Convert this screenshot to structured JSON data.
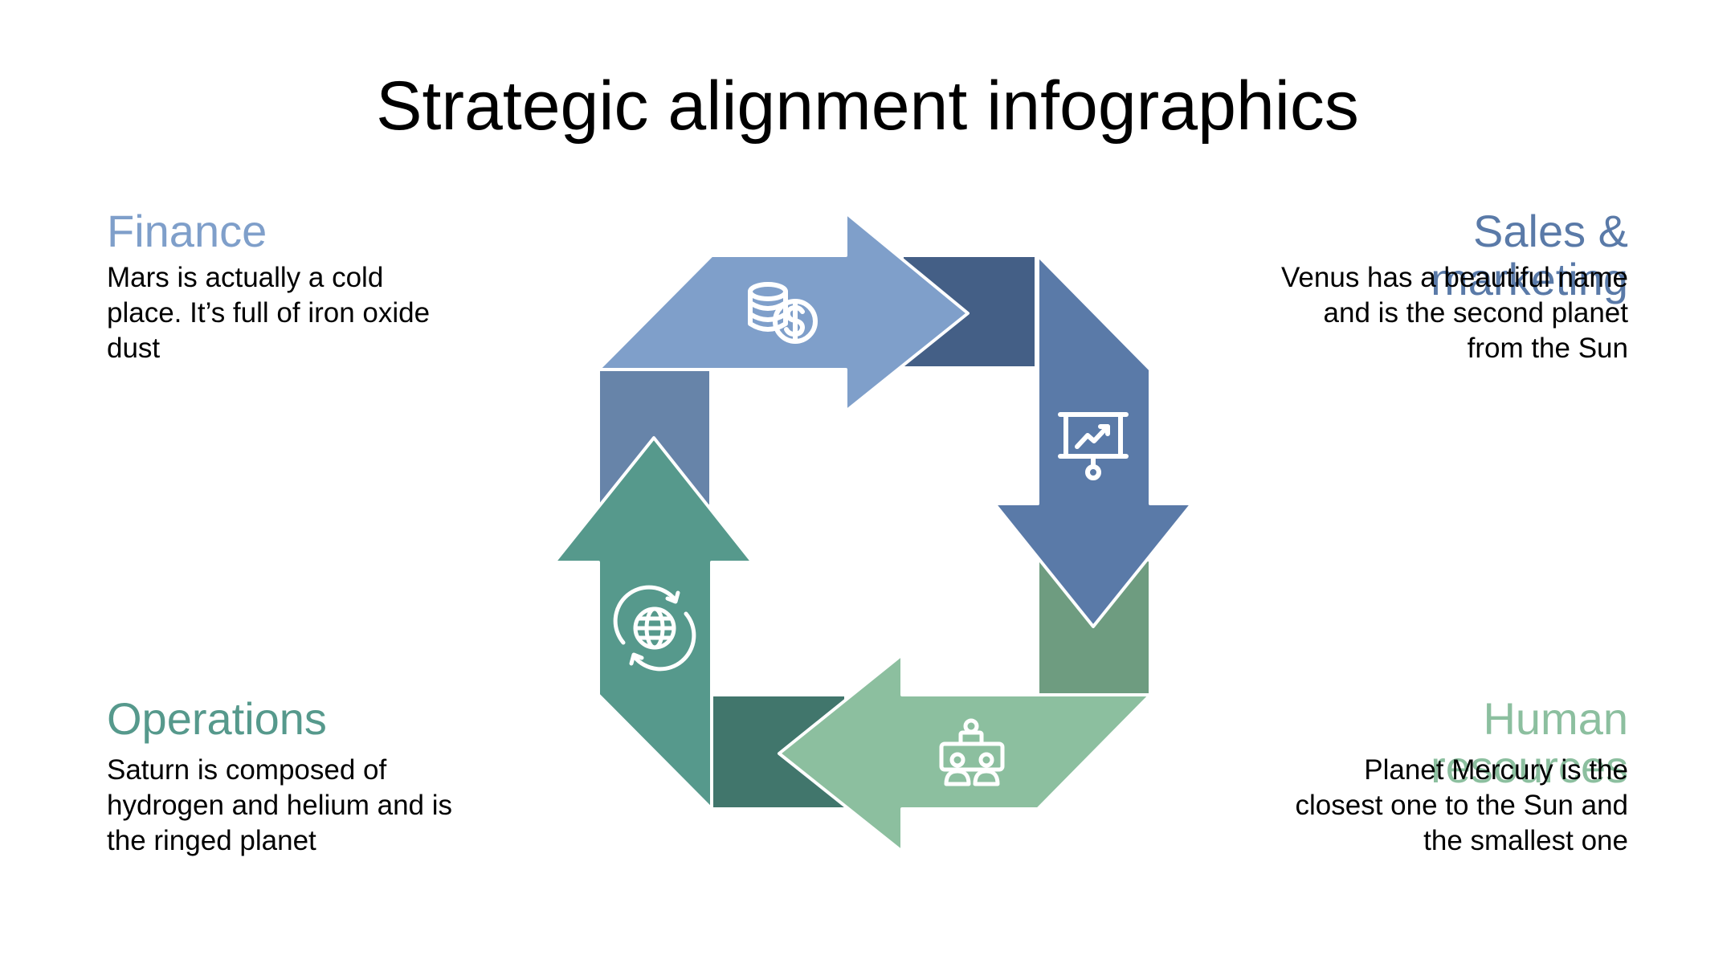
{
  "title": "Strategic alignment infographics",
  "colors": {
    "finance": "#7f9fca",
    "finance_dark": "#445f86",
    "sales": "#5a7aa8",
    "sales_dark": "#6e9c80",
    "hr": "#8cbf9f",
    "hr_dark": "#41766c",
    "operations": "#56998c",
    "operations_dark": "#6784a9"
  },
  "steps": [
    {
      "title": "Finance",
      "text": "Mars is actually a cold place. It’s full of iron oxide dust",
      "icon": "coins-dollar-icon"
    },
    {
      "title": "Sales & marketing",
      "text": "Venus has a beautiful name and is the second planet from the Sun",
      "icon": "presentation-chart-icon"
    },
    {
      "title": "Human resources",
      "text": "Planet Mercury is the closest one to the Sun and the smallest one",
      "icon": "team-meeting-icon"
    },
    {
      "title": "Operations",
      "text": "Saturn is composed of hydrogen and helium and is the ringed planet",
      "icon": "globe-cycle-icon"
    }
  ]
}
